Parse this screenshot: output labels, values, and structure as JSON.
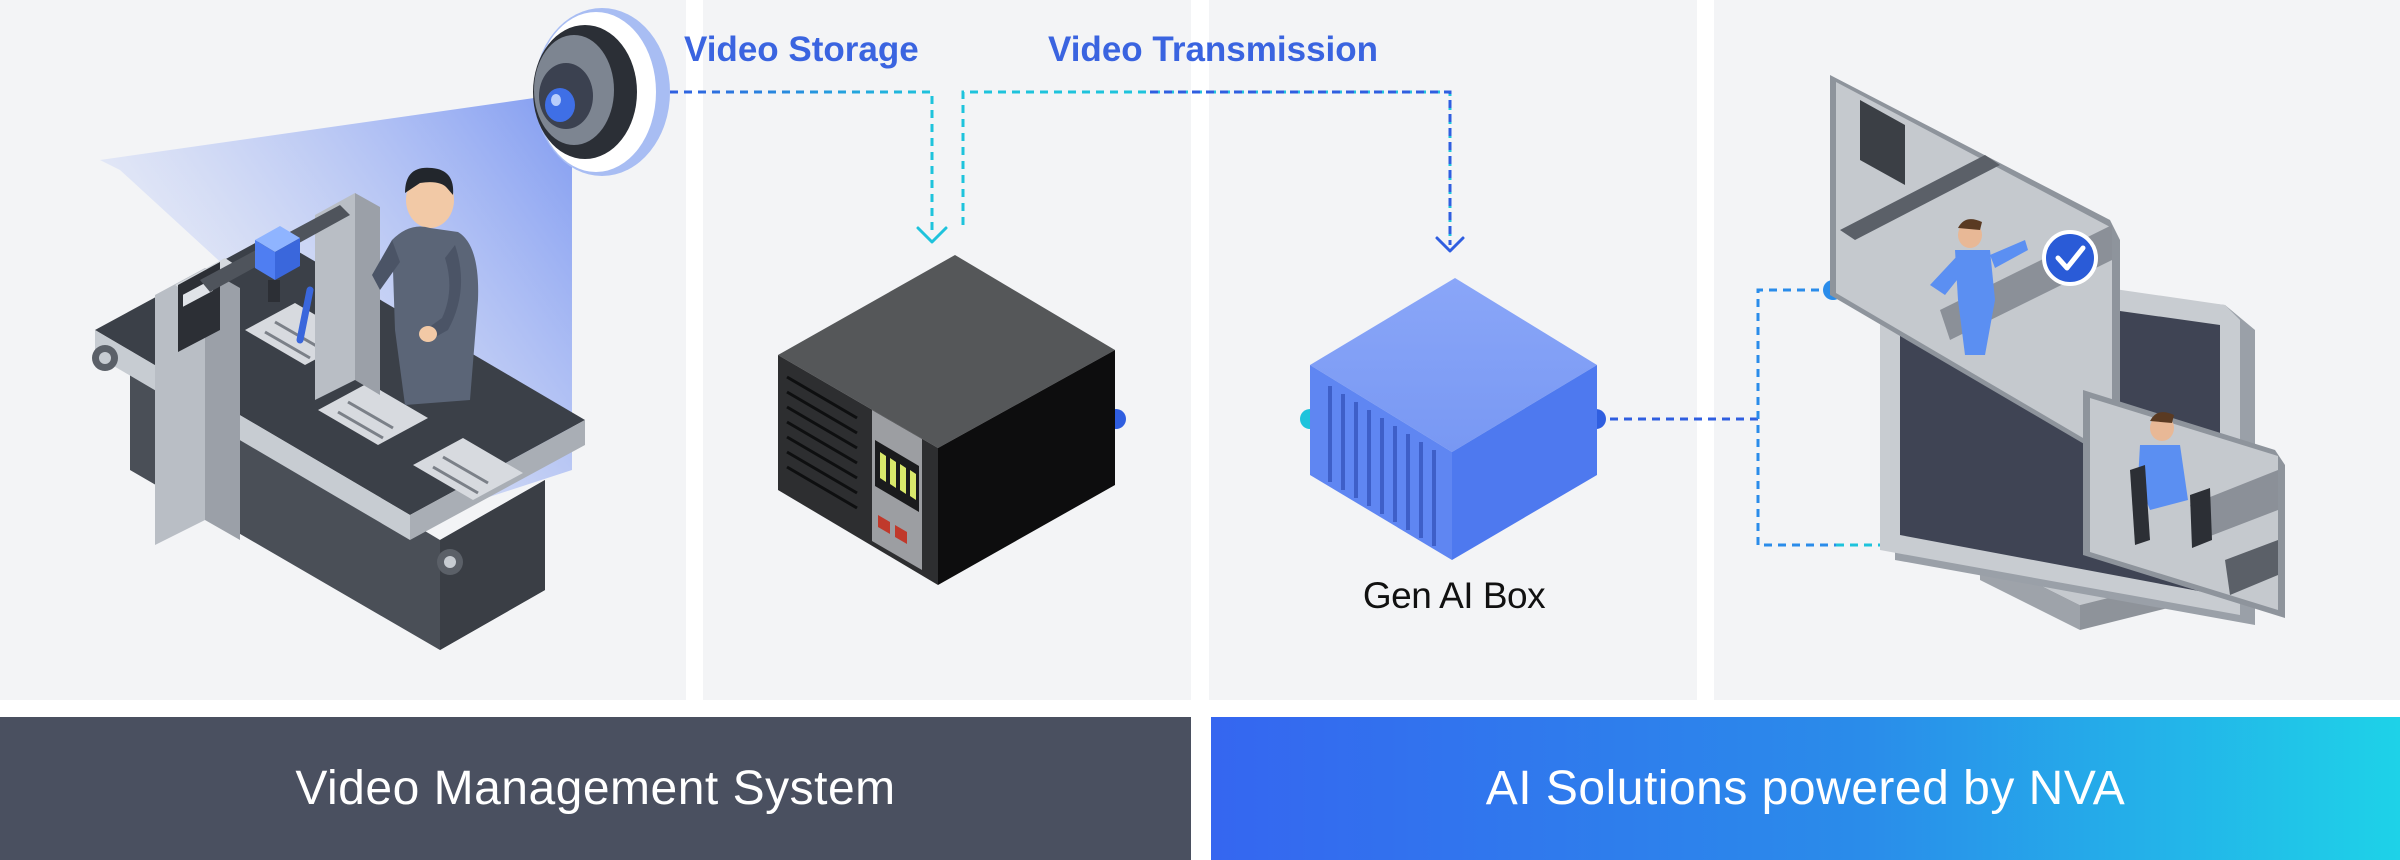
{
  "labels": {
    "video_storage": "Video Storage",
    "video_transmission": "Video Transmission",
    "gen_ai_box": "Gen AI Box"
  },
  "footer": {
    "left": "Video Management System",
    "right": "AI Solutions powered by NVA"
  },
  "icons": [
    "camera-icon",
    "assembly-line-icon",
    "worker-icon",
    "server-icon",
    "gen-ai-box-icon",
    "monitor-icon",
    "checkmark-icon"
  ],
  "colors": {
    "panel_bg": "#f3f4f6",
    "footer_left": "#4a5060",
    "gradient_start": "#3566f0",
    "gradient_end": "#1ed2e8",
    "connector_blue": "#2f5ee0",
    "connector_cyan": "#1ec3dc",
    "label_blue": "#3a64e0"
  }
}
